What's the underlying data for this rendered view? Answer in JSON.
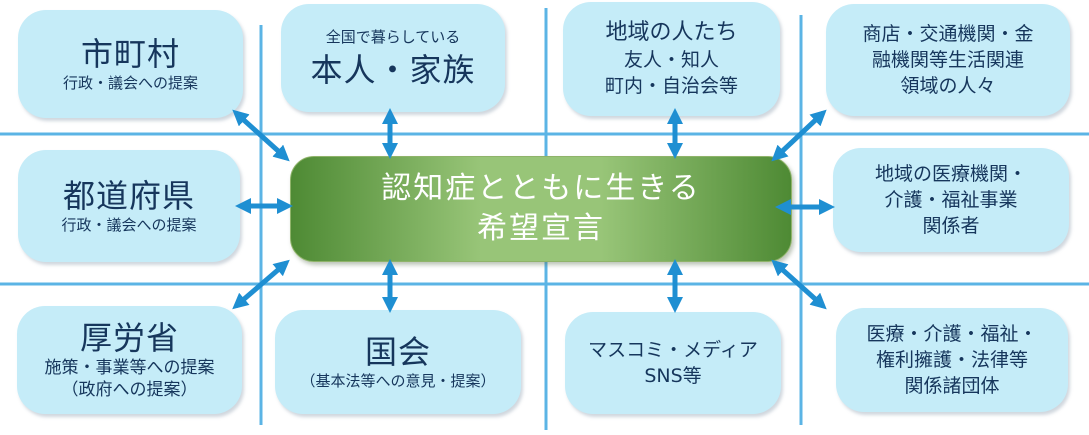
{
  "center": {
    "line1": "認知症とともに生きる",
    "line2": "希望宣言"
  },
  "nodes": {
    "municipality": {
      "title": "市町村",
      "sub": "行政・議会への提案"
    },
    "family": {
      "small": "全国で暮らしている",
      "title": "本人・家族"
    },
    "community": {
      "line1": "地域の人たち",
      "line2": "友人・知人",
      "line3": "町内・自治会等"
    },
    "life_services": {
      "line1": "商店・交通機関・金",
      "line2": "融機関等生活関連",
      "line3": "領域の人々"
    },
    "prefecture": {
      "title": "都道府県",
      "sub": "行政・議会への提案"
    },
    "medical": {
      "line1": "地域の医療機関・",
      "line2": "介護・福祉事業",
      "line3": "関係者"
    },
    "ministry": {
      "title": "厚労省",
      "sub1": "施策・事業等への提案",
      "sub2": "（政府への提案）"
    },
    "diet": {
      "title": "国会",
      "sub": "（基本法等への意見・提案）"
    },
    "media": {
      "line1": "マスコミ・メディア",
      "line2": "SNS等"
    },
    "organizations": {
      "line1": "医療・介護・福祉・",
      "line2": "権利擁護・法律等",
      "line3": "関係諸団体"
    }
  },
  "colors": {
    "node_fill": "#c5ecf8",
    "line": "#5bb4e5",
    "arrow": "#1f8fd2",
    "text": "#16365c",
    "center_edge": "#4e8a34",
    "center_mid": "#98c578"
  }
}
